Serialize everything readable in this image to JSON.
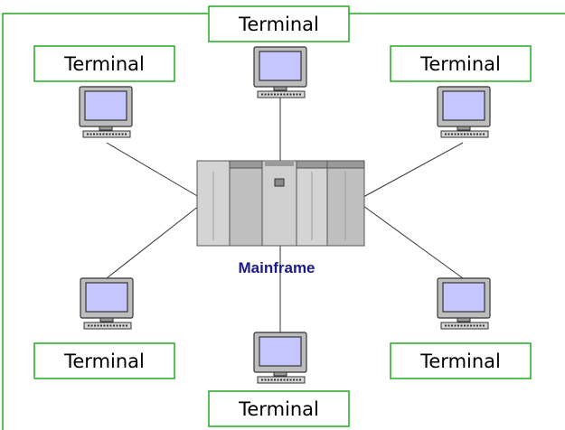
{
  "diagram": {
    "center_label": "Mainframe",
    "node_label": "Terminal",
    "colors": {
      "frame_border": "#22aa22",
      "label_box_border": "#22aa22",
      "connector": "#333333",
      "mainframe_body": "#c6c6c6",
      "mainframe_text": "#1a1a8c",
      "screen": "#c6c6ff",
      "monitor_case": "#bdbdbd"
    },
    "terminals": [
      {
        "label": "Terminal"
      },
      {
        "label": "Terminal"
      },
      {
        "label": "Terminal"
      },
      {
        "label": "Terminal"
      },
      {
        "label": "Terminal"
      },
      {
        "label": "Terminal"
      }
    ]
  }
}
